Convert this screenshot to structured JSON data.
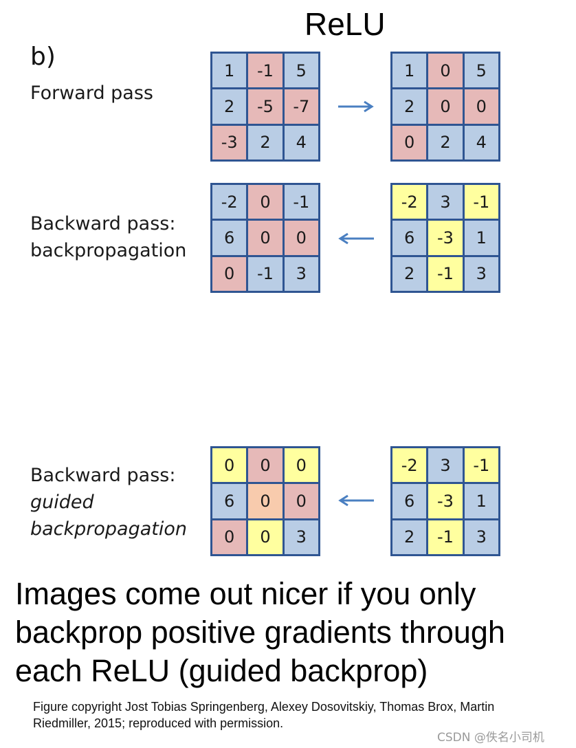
{
  "title": "ReLU",
  "panel_letter": "b)",
  "labels": {
    "forward": "Forward pass",
    "backward_line1": "Backward pass:",
    "backward_line2": "backpropagation",
    "guided_line1": "Backward pass:",
    "guided_line2": "guided",
    "guided_line3": "backpropagation"
  },
  "grids": {
    "forward_in": {
      "values": [
        "1",
        "-1",
        "5",
        "2",
        "-5",
        "-7",
        "-3",
        "2",
        "4"
      ],
      "colors": [
        "blue",
        "pink",
        "blue",
        "blue",
        "pink",
        "pink",
        "pink",
        "blue",
        "blue"
      ]
    },
    "forward_out": {
      "values": [
        "1",
        "0",
        "5",
        "2",
        "0",
        "0",
        "0",
        "2",
        "4"
      ],
      "colors": [
        "blue",
        "pink",
        "blue",
        "blue",
        "pink",
        "pink",
        "pink",
        "blue",
        "blue"
      ]
    },
    "backprop_out": {
      "values": [
        "-2",
        "0",
        "-1",
        "6",
        "0",
        "0",
        "0",
        "-1",
        "3"
      ],
      "colors": [
        "blue",
        "pink",
        "blue",
        "blue",
        "pink",
        "pink",
        "pink",
        "blue",
        "blue"
      ]
    },
    "backprop_in": {
      "values": [
        "-2",
        "3",
        "-1",
        "6",
        "-3",
        "1",
        "2",
        "-1",
        "3"
      ],
      "colors": [
        "yellow",
        "blue",
        "yellow",
        "blue",
        "yellow",
        "blue",
        "blue",
        "yellow",
        "blue"
      ]
    },
    "guided_out": {
      "values": [
        "0",
        "0",
        "0",
        "6",
        "0",
        "0",
        "0",
        "0",
        "3"
      ],
      "colors": [
        "yellow",
        "pink",
        "yellow",
        "blue",
        "orange",
        "pink",
        "pink",
        "yellow",
        "blue"
      ]
    },
    "guided_in": {
      "values": [
        "-2",
        "3",
        "-1",
        "6",
        "-3",
        "1",
        "2",
        "-1",
        "3"
      ],
      "colors": [
        "yellow",
        "blue",
        "yellow",
        "blue",
        "yellow",
        "blue",
        "blue",
        "yellow",
        "blue"
      ]
    }
  },
  "caption": "Images come out nicer if you only backprop positive gradients through each ReLU (guided backprop)",
  "credit": "Figure copyright Jost Tobias Springenberg, Alexey Dosovitskiy, Thomas Brox, Martin Riedmiller, 2015; reproduced with permission.",
  "watermark": "CSDN @佚名小司机",
  "colors": {
    "blue": "#b9cde5",
    "pink": "#e6b9b8",
    "yellow": "#ffff9f",
    "orange": "#f8cbad",
    "border": "#2f5592",
    "arrow": "#4a7fc1"
  }
}
